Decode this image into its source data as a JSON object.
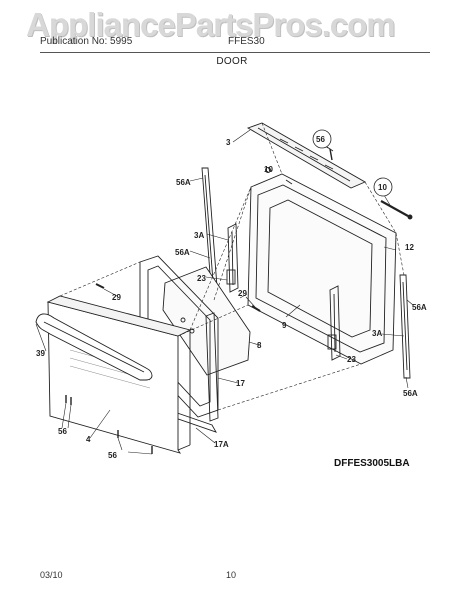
{
  "watermark": "AppliancePartsPros.com",
  "header": {
    "publication": "Publication No: 5995",
    "model": "FFES30"
  },
  "section_title": "DOOR",
  "model_code": "DFFES3005LBA",
  "footer": {
    "date": "03/10",
    "page": "10"
  },
  "callouts": {
    "c3_top": "3",
    "c56_top": "56",
    "c10_top": "10",
    "c10_right": "10",
    "c56A_left": "56A",
    "c3A_left": "3A",
    "c56A_left2": "56A",
    "c12": "12",
    "c23_left": "23",
    "c29_mid": "29",
    "c29_left": "29",
    "c9": "9",
    "c8": "8",
    "c56A_right": "56A",
    "c3A_right": "3A",
    "c23_right": "23",
    "c17": "17",
    "c56A_bottom": "56A",
    "c39": "39",
    "c56_left": "56",
    "c4": "4",
    "c17A": "17A",
    "c56_bottom": "56"
  }
}
